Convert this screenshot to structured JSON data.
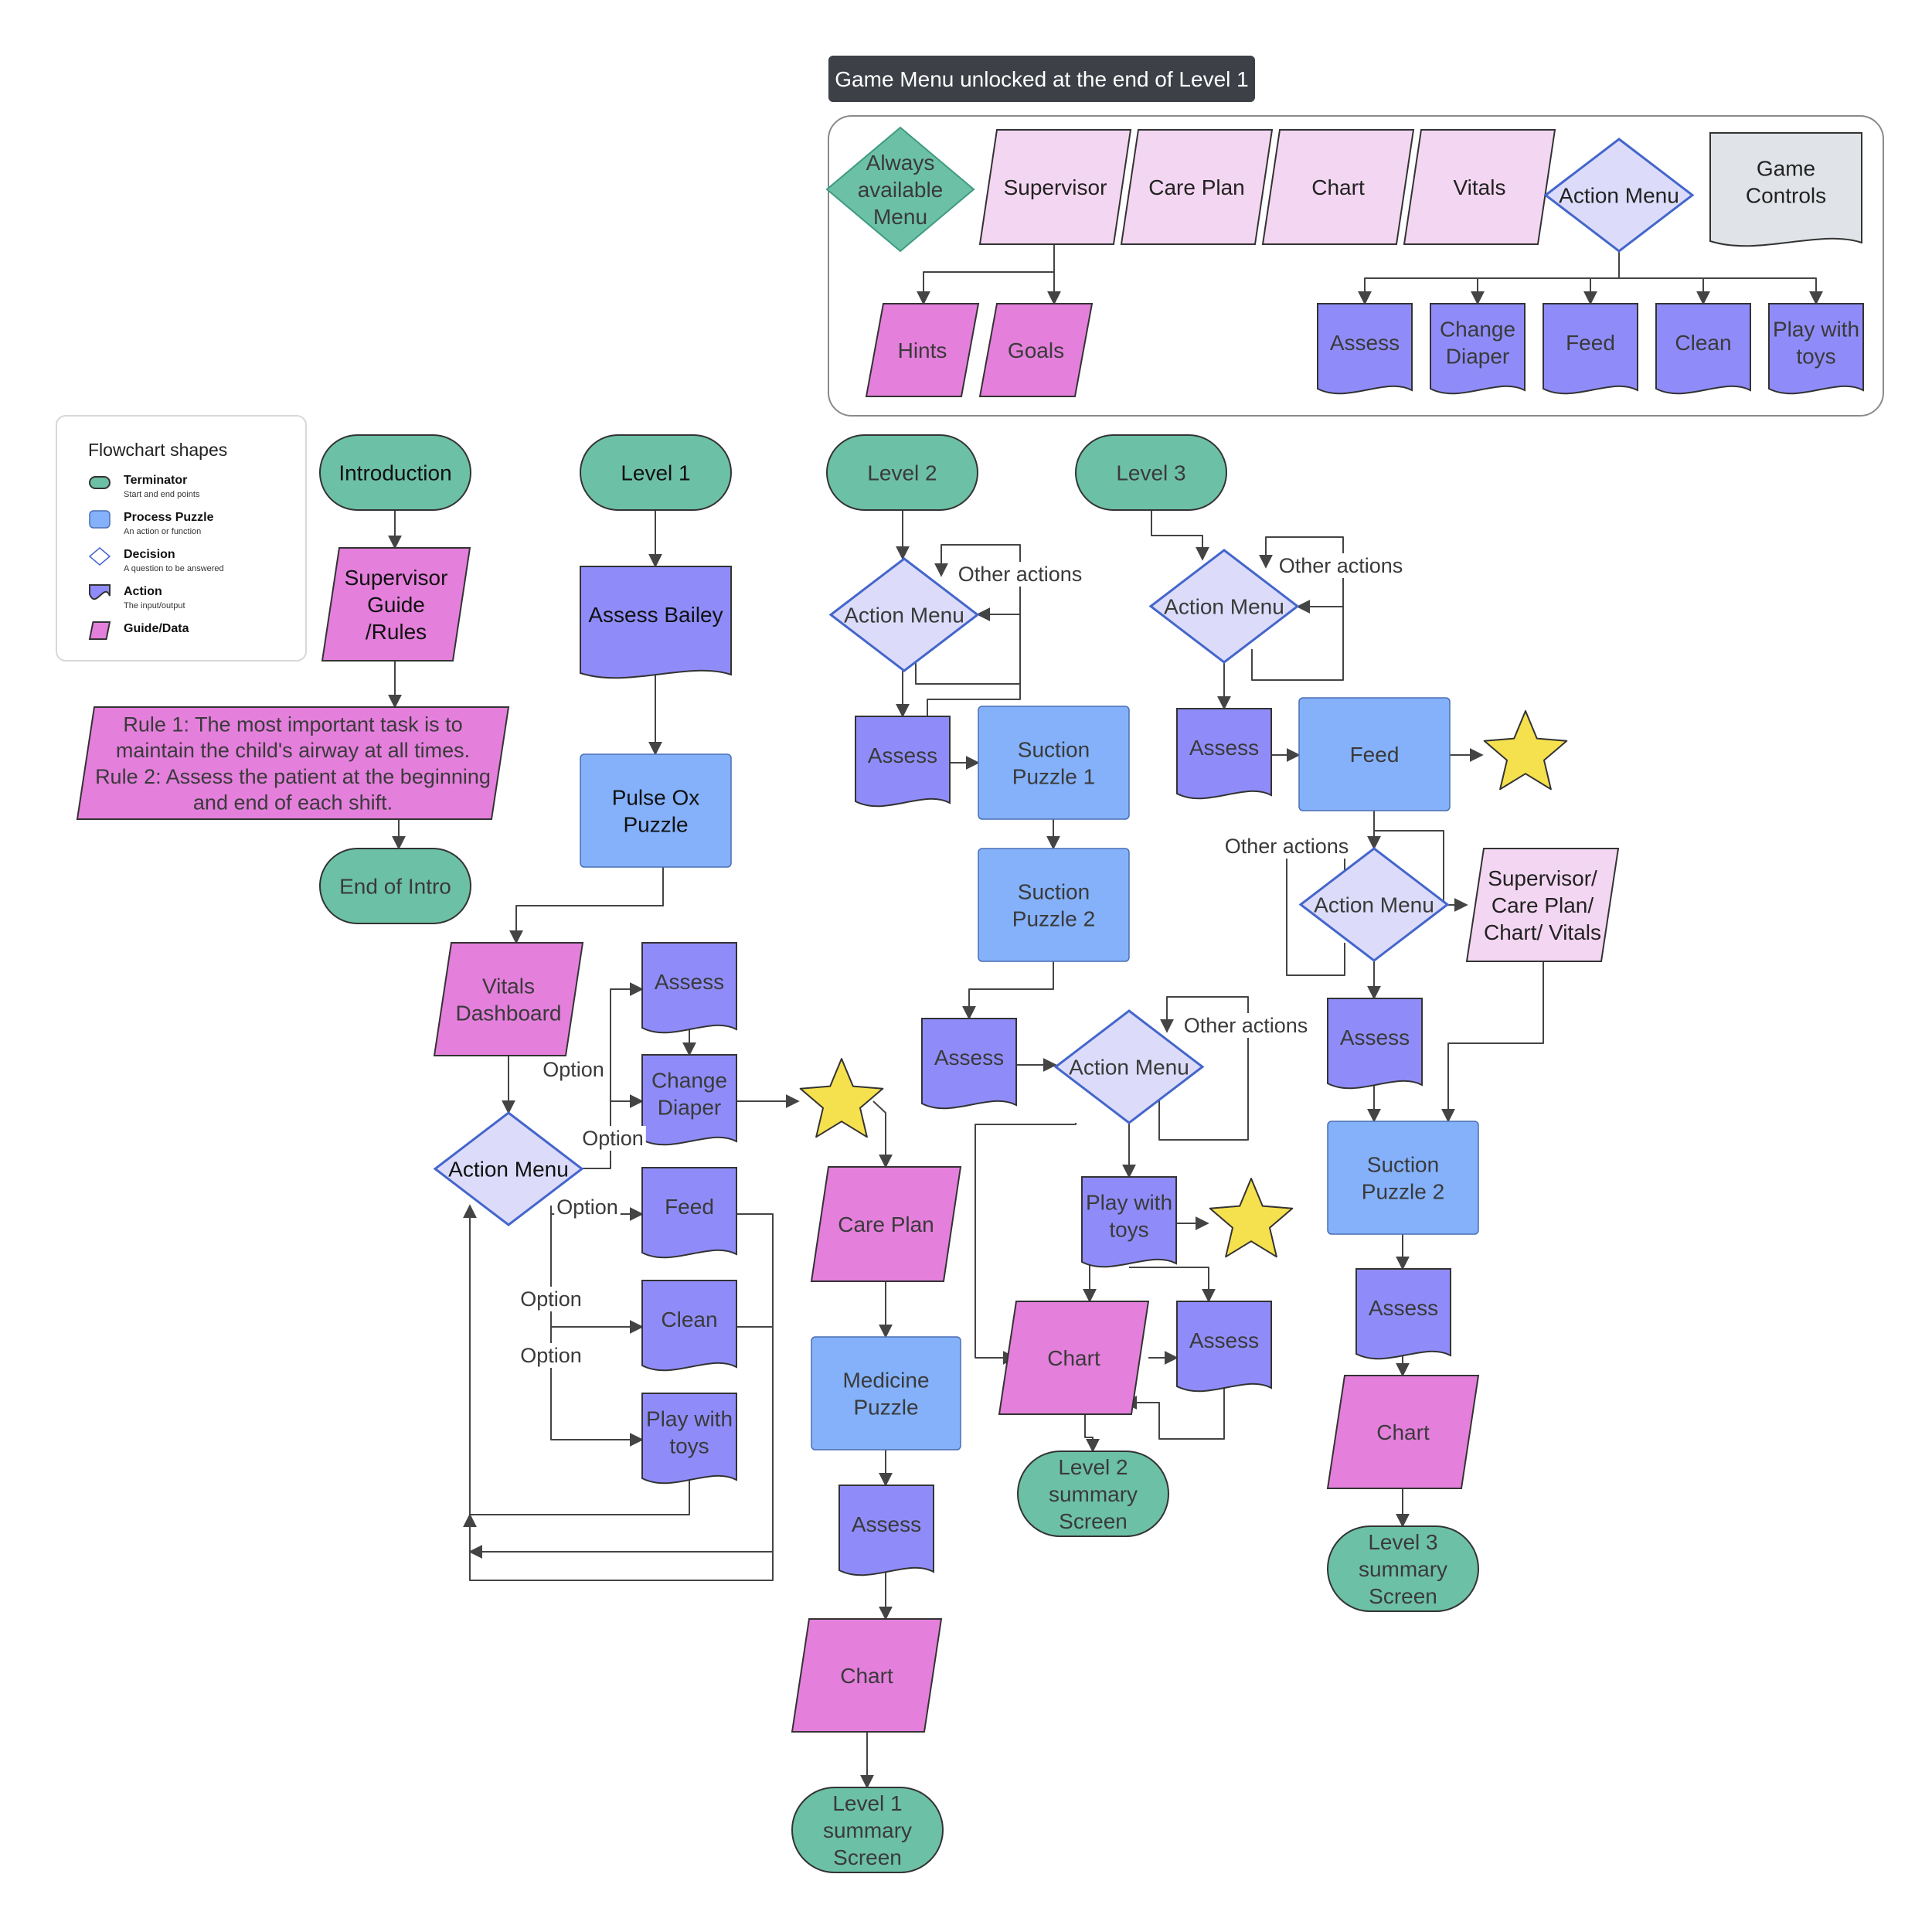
{
  "colors": {
    "terminator": "#6cc0a6",
    "process": "#84b1fa",
    "decision": "#dcdcfa",
    "decision_border": "#4466cc",
    "action": "#8f8cfa",
    "guide": "#e47fdc",
    "guide_light": "#f3d6f1",
    "controls": "#e0e3e8",
    "star": "#f5e04e",
    "banner": "#3d4046",
    "connector": "#444444"
  },
  "banner": {
    "text": "Game Menu unlocked at the end of Level 1"
  },
  "menu": {
    "top": {
      "always": [
        "Always",
        "available",
        "Menu"
      ],
      "supervisor": [
        "Supervisor"
      ],
      "care_plan": [
        "Care Plan"
      ],
      "chart": [
        "Chart"
      ],
      "vitals": [
        "Vitals"
      ],
      "action_menu": [
        "Action Menu"
      ],
      "game_controls": [
        "Game",
        "Controls"
      ]
    },
    "hints": [
      "Hints"
    ],
    "goals": [
      "Goals"
    ],
    "actions": {
      "assess": [
        "Assess"
      ],
      "change_diaper": [
        "Change",
        "Diaper"
      ],
      "feed": [
        "Feed"
      ],
      "clean": [
        "Clean"
      ],
      "play": [
        "Play with",
        "toys"
      ]
    }
  },
  "legend": {
    "title": "Flowchart shapes",
    "items": [
      {
        "shape": "terminator",
        "label": "Terminator",
        "desc": "Start and end points"
      },
      {
        "shape": "process",
        "label": "Process Puzzle",
        "desc": "An action or function"
      },
      {
        "shape": "decision",
        "label": "Decision",
        "desc": "A question to be answered"
      },
      {
        "shape": "action",
        "label": "Action",
        "desc": "The input/output"
      },
      {
        "shape": "guide",
        "label": "Guide/Data",
        "desc": ""
      }
    ]
  },
  "intro": {
    "start": [
      "Introduction"
    ],
    "guide": [
      "Supervisor",
      "Guide",
      "/Rules"
    ],
    "rules": [
      "Rule 1: The most important task is to",
      "maintain the child's airway at all times.",
      "Rule 2: Assess the patient at the beginning",
      "and end of each shift."
    ],
    "end": [
      "End of Intro"
    ]
  },
  "level1": {
    "start": [
      "Level 1"
    ],
    "assess_bailey": [
      "Assess Bailey"
    ],
    "pulse_ox": [
      "Pulse Ox",
      "Puzzle"
    ],
    "vitals_dashboard": [
      "Vitals",
      "Dashboard"
    ],
    "action_menu": [
      "Action Menu"
    ],
    "assess": [
      "Assess"
    ],
    "change_diaper": [
      "Change",
      "Diaper"
    ],
    "feed": [
      "Feed"
    ],
    "clean": [
      "Clean"
    ],
    "play": [
      "Play with",
      "toys"
    ],
    "option_label": "Option",
    "care_plan": [
      "Care Plan"
    ],
    "medicine": [
      "Medicine",
      "Puzzle"
    ],
    "assess_2": [
      "Assess"
    ],
    "chart": [
      "Chart"
    ],
    "summary": [
      "Level 1",
      "summary",
      "Screen"
    ]
  },
  "level2": {
    "start": [
      "Level 2"
    ],
    "action_menu": [
      "Action Menu"
    ],
    "other_actions": "Other actions",
    "assess": [
      "Assess"
    ],
    "suction_1": [
      "Suction",
      "Puzzle 1"
    ],
    "suction_2": [
      "Suction",
      "Puzzle 2"
    ],
    "assess_2": [
      "Assess"
    ],
    "action_menu_2": [
      "Action Menu"
    ],
    "other_actions_2": "Other actions",
    "play": [
      "Play with",
      "toys"
    ],
    "chart": [
      "Chart"
    ],
    "assess_3": [
      "Assess"
    ],
    "summary": [
      "Level 2",
      "summary",
      "Screen"
    ]
  },
  "level3": {
    "start": [
      "Level 3"
    ],
    "action_menu": [
      "Action Menu"
    ],
    "other_actions": "Other actions",
    "assess": [
      "Assess"
    ],
    "feed": [
      "Feed"
    ],
    "other_actions_2": "Other actions",
    "action_menu_2": [
      "Action Menu"
    ],
    "sup_chart": [
      "Supervisor/",
      "Care Plan/",
      "Chart/ Vitals"
    ],
    "assess_2": [
      "Assess"
    ],
    "suction_2": [
      "Suction",
      "Puzzle 2"
    ],
    "assess_3": [
      "Assess"
    ],
    "chart": [
      "Chart"
    ],
    "summary": [
      "Level 3",
      "summary",
      "Screen"
    ]
  }
}
